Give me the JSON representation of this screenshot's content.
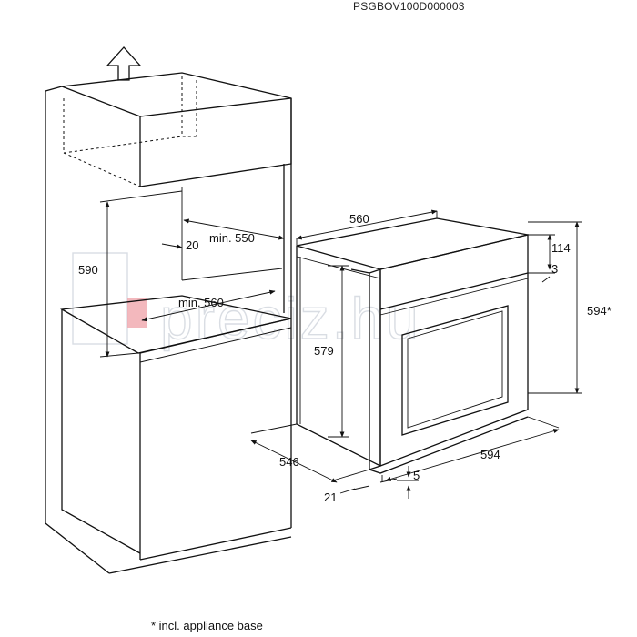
{
  "header": {
    "model_code": "PSGBOV100D000003"
  },
  "footnote": {
    "text": "* incl. appliance base"
  },
  "watermark": {
    "text": "preciz.hu",
    "color": "#d9dde3",
    "accent": "#f0a6ac"
  },
  "cabinet": {
    "height_label": "590",
    "depth_gap_label": "20",
    "min_height_label": "min. 550",
    "min_width_label": "min. 560"
  },
  "oven": {
    "width_label": "560",
    "front_height_label": "114",
    "front_gap_label": "3",
    "total_height_label": "594*",
    "body_height_label": "579",
    "depth_label": "546",
    "front_width_label": "594",
    "bottom_gap_label": "5",
    "front_thickness_label": "21"
  },
  "icons": {
    "arrow": "arrow-up-icon"
  }
}
